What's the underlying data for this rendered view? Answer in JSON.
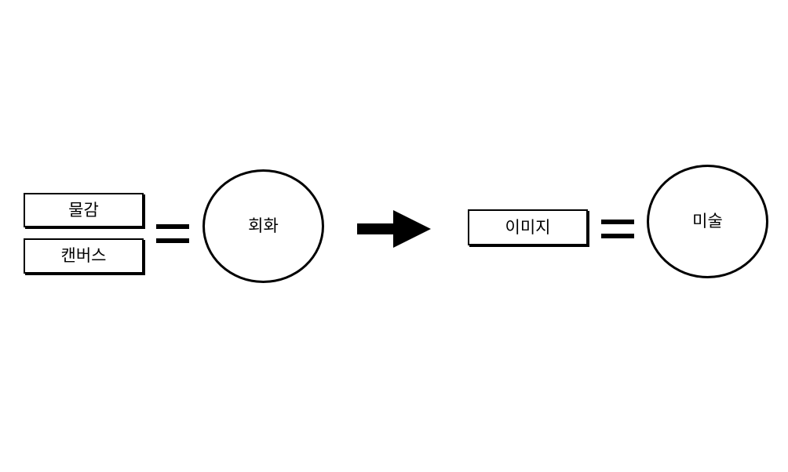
{
  "diagram": {
    "left_group": {
      "boxes": [
        {
          "label": "물감"
        },
        {
          "label": "캔버스"
        }
      ],
      "equals": "=",
      "result": {
        "label": "회화"
      }
    },
    "arrow": {
      "direction": "right"
    },
    "right_group": {
      "box": {
        "label": "이미지"
      },
      "equals": "=",
      "result": {
        "label": "미술"
      }
    },
    "colors": {
      "stroke": "#000000",
      "fill": "#ffffff"
    }
  }
}
